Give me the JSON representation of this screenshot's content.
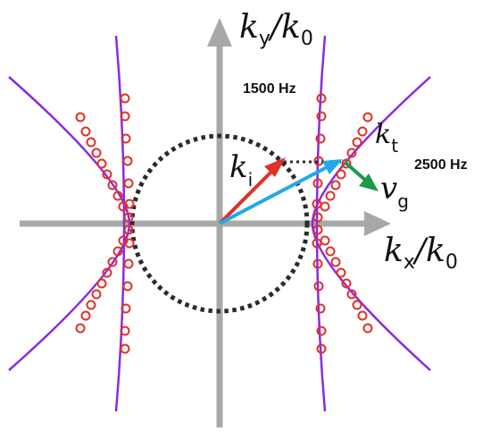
{
  "labels": {
    "ky": "k",
    "ky_sub": "y",
    "ky_den": "/k",
    "ky_den_sub": "0",
    "kx": "k",
    "kx_sub": "x",
    "kx_den": "/k",
    "kx_den_sub": "0",
    "ki": "k",
    "ki_sub": "i",
    "kt": "k",
    "kt_sub": "t",
    "vg": "v",
    "vg_sub": "g",
    "freq_1": "1500 Hz",
    "freq_2": "2500 Hz"
  },
  "colors": {
    "axis": "#a8a8a8",
    "circle": "#2b2b2b",
    "hyperbola": "#8a2be2",
    "markers": "#e0302a",
    "incident_vector": "#e0302a",
    "group_velocity_vector": "#1a9a4a",
    "transmitted_vector": "#1fa9e6"
  },
  "icons": {
    "ki_arrow": "red-arrow",
    "kt_arrow": "cyan-arrow",
    "vg_arrow": "green-arrow"
  }
}
